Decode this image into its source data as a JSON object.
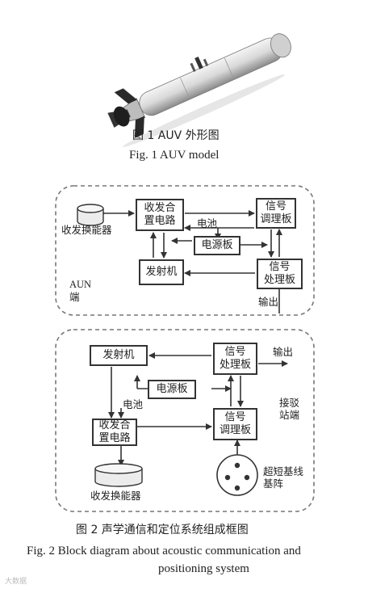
{
  "fig1": {
    "caption_cn": "图 1   AUV 外形图",
    "caption_en": "Fig. 1    AUV model"
  },
  "fig2": {
    "aun": {
      "transducer": "收发换能器",
      "tx_rx_circuit": [
        "收发合",
        "置电路"
      ],
      "signal_cond": [
        "信号",
        "调理板"
      ],
      "power_board": "电源板",
      "battery": "电池",
      "transmitter": "发射机",
      "signal_proc": [
        "信号",
        "处理板"
      ],
      "output": "输出",
      "side_label": [
        "AUN",
        "端"
      ]
    },
    "station": {
      "transmitter": "发射机",
      "signal_proc": [
        "信号",
        "处理板"
      ],
      "output": "输出",
      "power_board": "电源板",
      "battery": "电池",
      "tx_rx_circuit": [
        "收发合",
        "置电路"
      ],
      "signal_cond": [
        "信号",
        "调理板"
      ],
      "side_label": [
        "接驳",
        "站端"
      ],
      "transducer": "收发换能器",
      "usbl": [
        "超短基线",
        "基阵"
      ]
    },
    "caption_cn": "图 2   声学通信和定位系统组成框图",
    "caption_en_line1": "Fig. 2    Block diagram about acoustic communication and",
    "caption_en_line2": "positioning system"
  },
  "watermark": "大数据"
}
